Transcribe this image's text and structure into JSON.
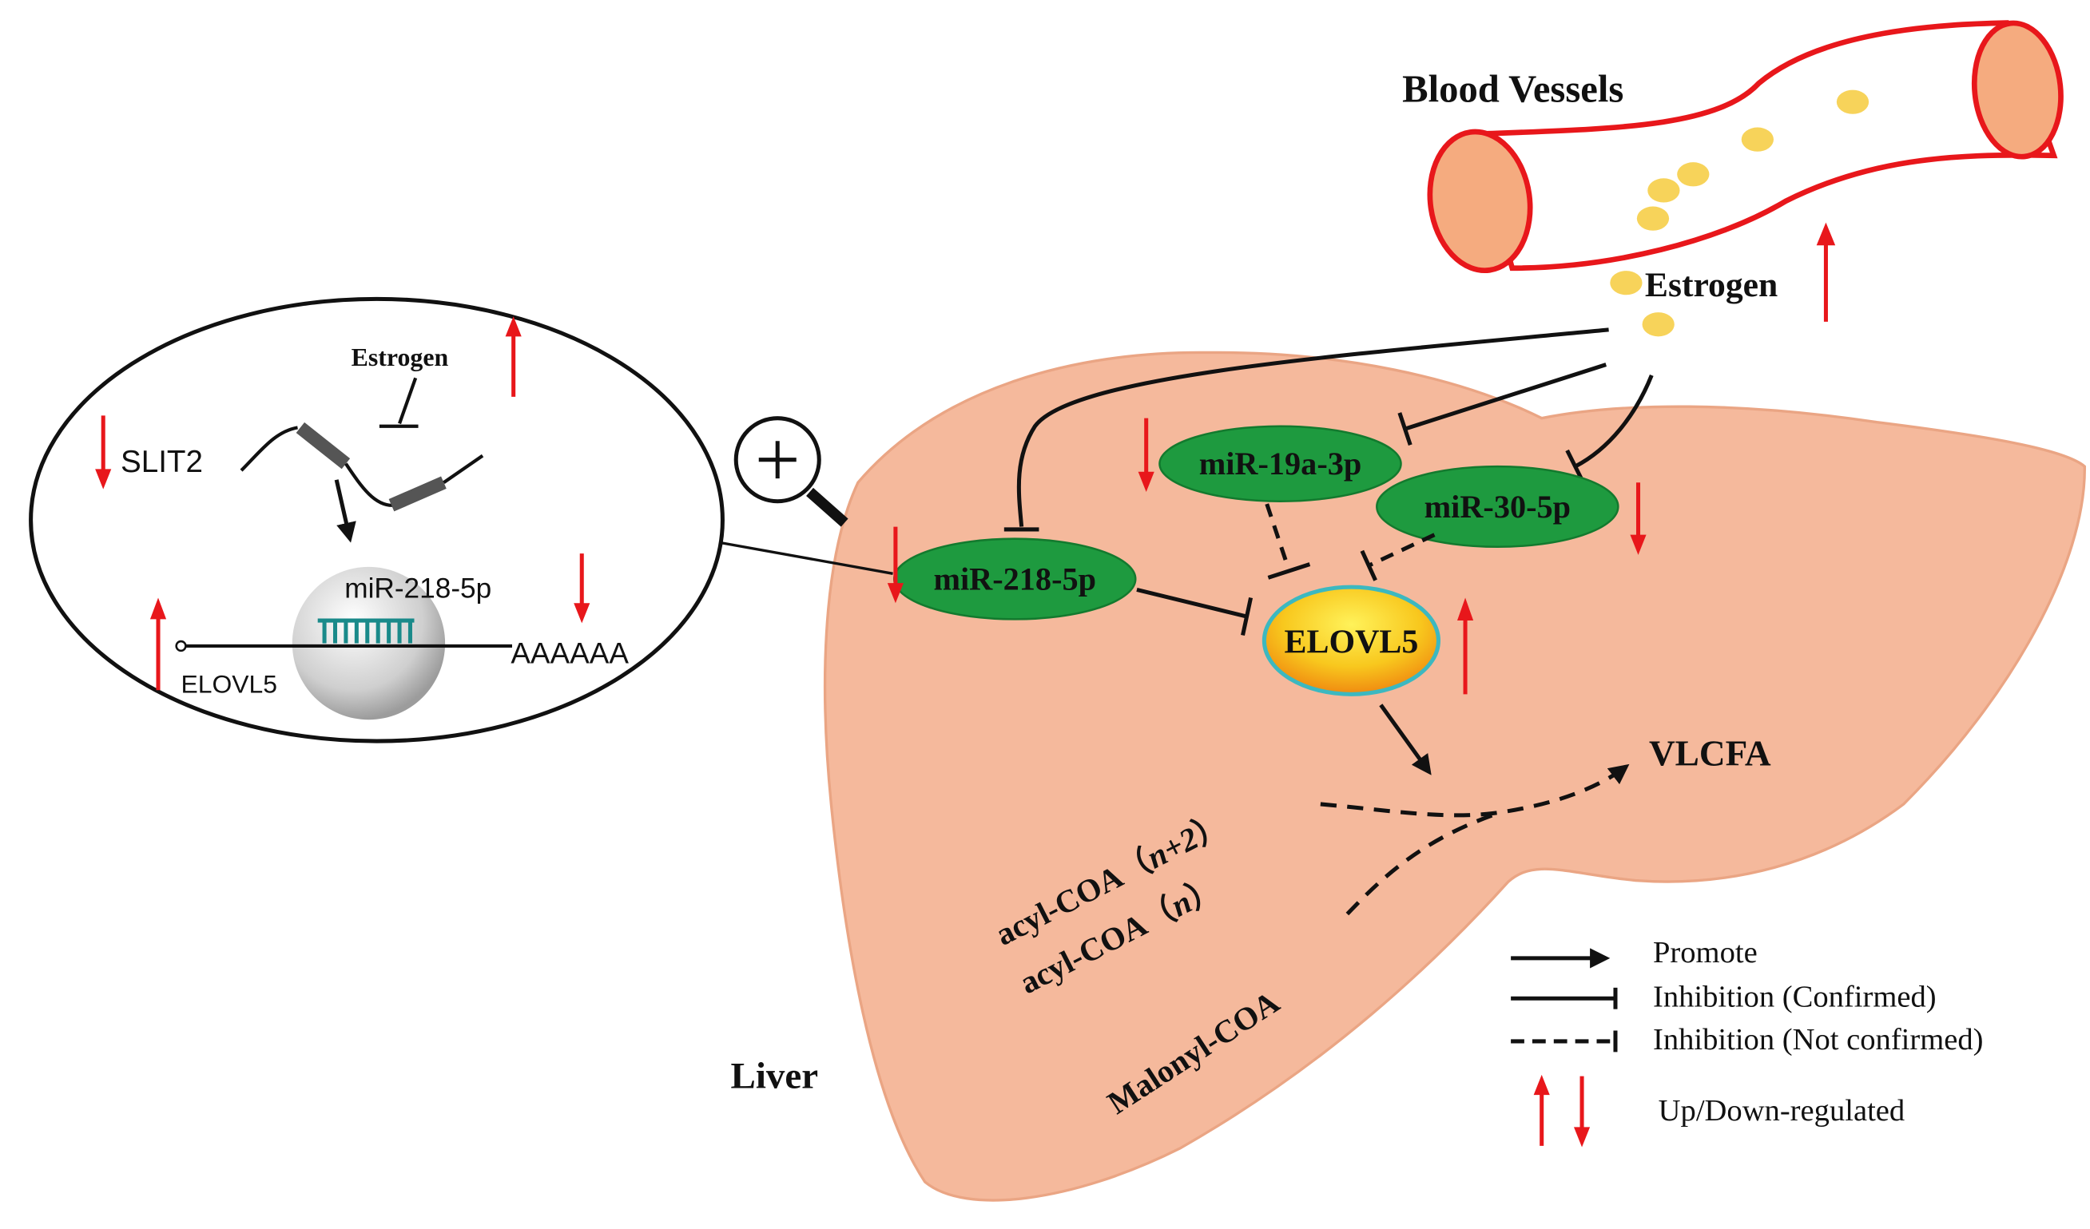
{
  "blood_vessels": {
    "label": "Blood Vessels"
  },
  "estrogen": {
    "label": "Estrogen"
  },
  "inset": {
    "estrogen": "Estrogen",
    "slit2": "SLIT2",
    "mirna": "miR-218-5p",
    "gene": "ELOVL5",
    "polya": "AAAAAA"
  },
  "liver": {
    "label": "Liver",
    "mir_19a": "miR-19a-3p",
    "mir_30": "miR-30-5p",
    "mir_218": "miR-218-5p",
    "elovl5": "ELOVL5",
    "vlcfa": "VLCFA",
    "acyl_n2": {
      "prefix": "acyl-COA（",
      "italic": "n+2",
      "suffix": "）"
    },
    "acyl_n": {
      "prefix": "acyl-COA（",
      "italic": "n",
      "suffix": "）"
    },
    "malonyl": "Malonyl-COA"
  },
  "legend": {
    "promote": "Promote",
    "inhibition_confirmed": "Inhibition (Confirmed)",
    "inhibition_not_confirmed": "Inhibition (Not confirmed)",
    "regulation": "Up/Down-regulated"
  },
  "colors": {
    "liver": "#f5b99c",
    "vessel_wall": "#e8171b",
    "mirna": "#1e9a3f",
    "elovl5": "#f8c81e",
    "regulation_arrow": "#e8171b"
  },
  "icons": [
    "magnifier-plus-icon",
    "up-regulated-arrow-icon",
    "down-regulated-arrow-icon",
    "estrogen-particle-icon"
  ]
}
